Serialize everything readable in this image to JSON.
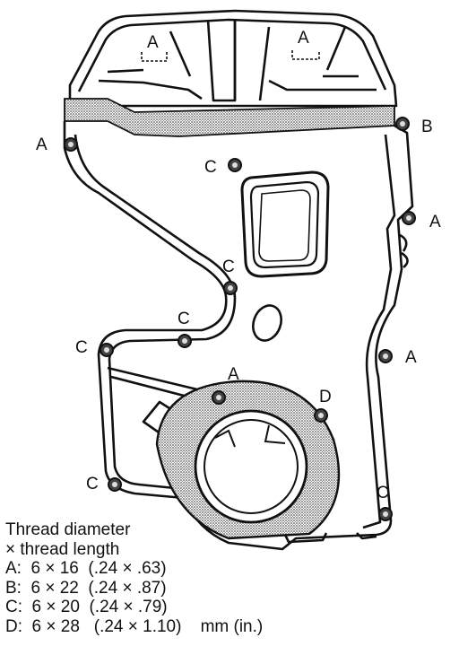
{
  "colors": {
    "ink": "#111111",
    "hatch": "#8a8a8a",
    "paper": "#ffffff"
  },
  "diagram": {
    "top_labels": [
      "A",
      "A"
    ],
    "callouts": [
      "A",
      "B",
      "C",
      "A",
      "C",
      "C",
      "C",
      "A",
      "A",
      "D",
      "C",
      "C"
    ]
  },
  "legend": {
    "title_line1": "Thread diameter",
    "title_line2": "× thread length",
    "rows": [
      "A:  6 × 16  (.24 × .63)",
      "B:  6 × 22  (.24 × .87)",
      "C:  6 × 20  (.24 × .79)",
      "D:  6 × 28   (.24 × 1.10)    mm (in.)"
    ]
  }
}
